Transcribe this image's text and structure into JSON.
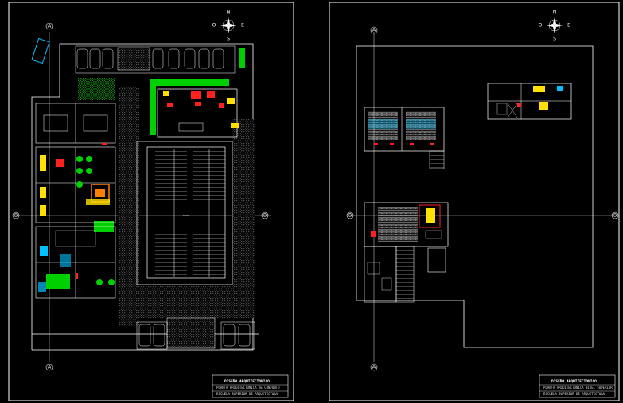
{
  "sheets": [
    {
      "compass": {
        "n": "N",
        "s": "S",
        "e": "E",
        "o": "O"
      },
      "axes": {
        "top": "A",
        "bottom": "A",
        "left": "B",
        "right": "B"
      },
      "title_block": {
        "title": "DISEÑO ARQUITECTONICO",
        "subtitle": "PLANTA ARQUITECTONICA DE CONJUNTO",
        "footer": "ESCUELA SUPERIOR DE ARQUITECTURA"
      }
    },
    {
      "compass": {
        "n": "N",
        "s": "S",
        "e": "E",
        "o": "O"
      },
      "axes": {
        "top": "A",
        "bottom": "A",
        "left": "B",
        "right": "B"
      },
      "title_block": {
        "title": "DISEÑO ARQUITECTONICO",
        "subtitle": "PLANTA ARQUITECTONICA NIVEL SUPERIOR",
        "footer": "ESCUELA SUPERIOR DE ARQUITECTURA"
      }
    }
  ],
  "colors": {
    "background": "#000000",
    "frame": "#ffffff",
    "wall": "#ffffff",
    "green": "#00d000",
    "red": "#ff2020",
    "yellow": "#ffe000",
    "cyan": "#00c0ff",
    "grid": "#bbbbbb"
  }
}
